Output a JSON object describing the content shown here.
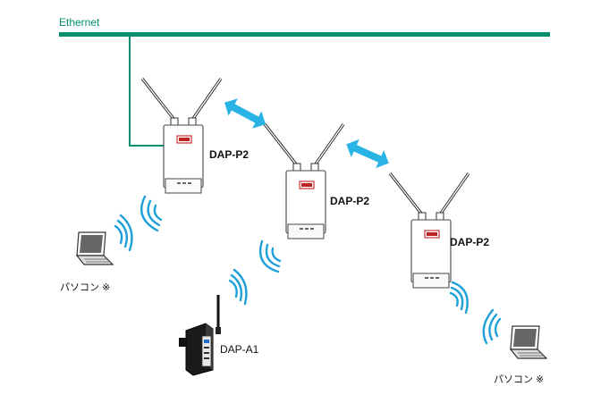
{
  "network": {
    "label": "Ethernet",
    "line_color": "#009070"
  },
  "devices": [
    {
      "id": "ap-1",
      "type": "access-point",
      "label": "DAP-P2"
    },
    {
      "id": "ap-2",
      "type": "access-point",
      "label": "DAP-P2"
    },
    {
      "id": "ap-3",
      "type": "access-point",
      "label": "DAP-P2"
    },
    {
      "id": "adapter",
      "type": "wireless-adapter",
      "label": "DAP-A1"
    },
    {
      "id": "pc-1",
      "type": "laptop",
      "label": "パソコン ※"
    },
    {
      "id": "pc-2",
      "type": "laptop",
      "label": "パソコン ※"
    }
  ],
  "links": [
    {
      "from": "ap-1",
      "to": "ap-2",
      "kind": "wireless-bidirectional"
    },
    {
      "from": "ap-2",
      "to": "ap-3",
      "kind": "wireless-bidirectional"
    }
  ],
  "colors": {
    "link_arrow": "#2ab4e6",
    "wireless_waves": "#1fa0d8",
    "device_outline": "#333333"
  },
  "icons": [
    "antenna-icon",
    "wifi-waves-icon",
    "laptop-icon",
    "double-arrow-icon"
  ]
}
